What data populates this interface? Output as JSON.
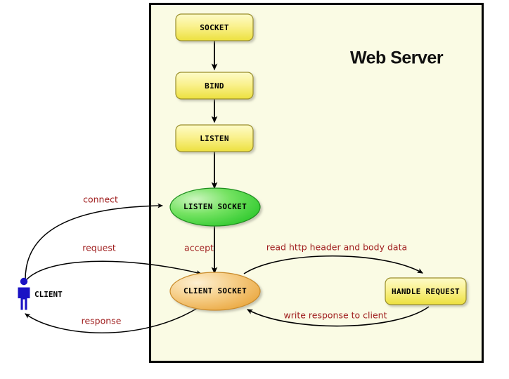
{
  "diagram": {
    "title": "Web Server",
    "background_color": "#ffffff",
    "server_panel_fill": "#fafbe4",
    "server_panel_border": "#000000",
    "label_color": "#9E1B1B",
    "node_text_color": "#000000",
    "edge_color": "#000000"
  },
  "nodes": {
    "socket": {
      "label": "SOCKET",
      "shape": "rounded-rect",
      "fill": "#f3e97a"
    },
    "bind": {
      "label": "BIND",
      "shape": "rounded-rect",
      "fill": "#f3e97a"
    },
    "listen": {
      "label": "LISTEN",
      "shape": "rounded-rect",
      "fill": "#f3e97a"
    },
    "listen_socket": {
      "label": "LISTEN SOCKET",
      "shape": "ellipse",
      "fill": "#4ade51"
    },
    "client_socket": {
      "label": "CLIENT SOCKET",
      "shape": "ellipse",
      "fill": "#eead4b"
    },
    "handle_request": {
      "label": "HANDLE REQUEST",
      "shape": "rounded-rect",
      "fill": "#f3e97a"
    },
    "client": {
      "label": "CLIENT",
      "shape": "person-icon",
      "fill": "#1a12c4"
    }
  },
  "edges": [
    {
      "id": "socket-to-bind",
      "label": "",
      "from": "socket",
      "to": "bind"
    },
    {
      "id": "bind-to-listen",
      "label": "",
      "from": "bind",
      "to": "listen"
    },
    {
      "id": "listen-to-listen-socket",
      "label": "",
      "from": "listen",
      "to": "listen_socket"
    },
    {
      "id": "client-to-listen-socket",
      "label": "connect",
      "from": "client",
      "to": "listen_socket"
    },
    {
      "id": "listen-socket-to-client-socket",
      "label": "accept",
      "from": "listen_socket",
      "to": "client_socket"
    },
    {
      "id": "client-to-client-socket",
      "label": "request",
      "from": "client",
      "to": "client_socket"
    },
    {
      "id": "client-socket-to-handle-request",
      "label": "read http header and body data",
      "from": "client_socket",
      "to": "handle_request"
    },
    {
      "id": "handle-request-to-client-socket",
      "label": "write response to client",
      "from": "handle_request",
      "to": "client_socket"
    },
    {
      "id": "client-socket-to-client",
      "label": "response",
      "from": "client_socket",
      "to": "client"
    }
  ]
}
